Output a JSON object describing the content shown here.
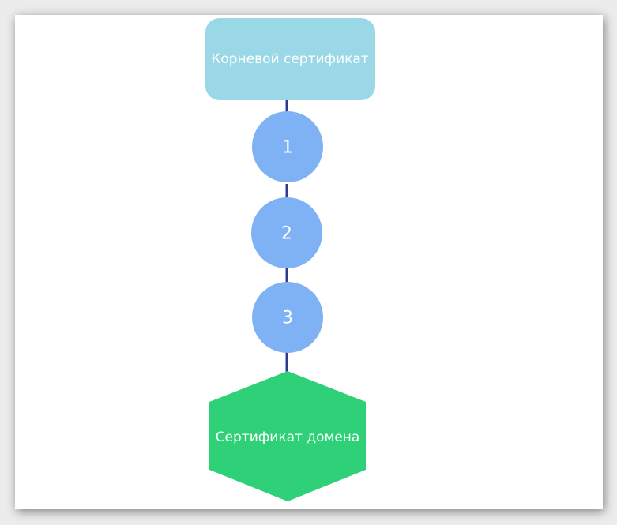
{
  "diagram": {
    "root": {
      "label": "Корневой сертификат",
      "color": "#9ad8e8"
    },
    "intermediates": [
      {
        "label": "1",
        "color": "#7eb2f5"
      },
      {
        "label": "2",
        "color": "#7eb2f5"
      },
      {
        "label": "3",
        "color": "#7eb2f5"
      }
    ],
    "leaf": {
      "label": "Сертификат домена",
      "color": "#2ed178"
    },
    "connector_color": "#2e3b8c"
  }
}
